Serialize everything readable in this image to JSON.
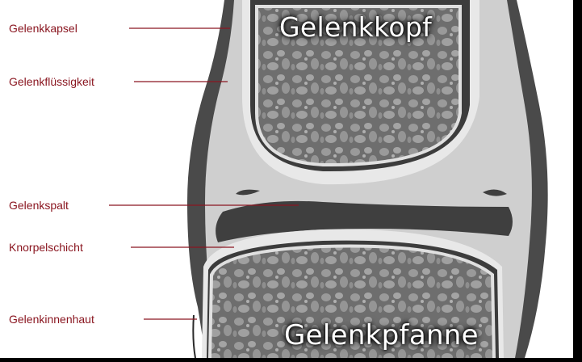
{
  "labels": [
    "Gelenkkapsel",
    "Gelenkflüssigkeit",
    "Gelenkspalt",
    "Knorpelschicht",
    "Gelenkinnenhaut"
  ],
  "titles": {
    "head": "Gelenkkopf",
    "socket": "Gelenkpfanne"
  },
  "colors": {
    "label_text": "#8a1620",
    "leader_line": "#8a1620",
    "background_left": "#ffffff",
    "background_frame": "#000000",
    "capsule": "#4a4a4a",
    "cartilage": "#e6e6e6",
    "fluid": "#c8c8c8",
    "bone": "#8c8c8c",
    "gap": "#3f3f3f"
  }
}
